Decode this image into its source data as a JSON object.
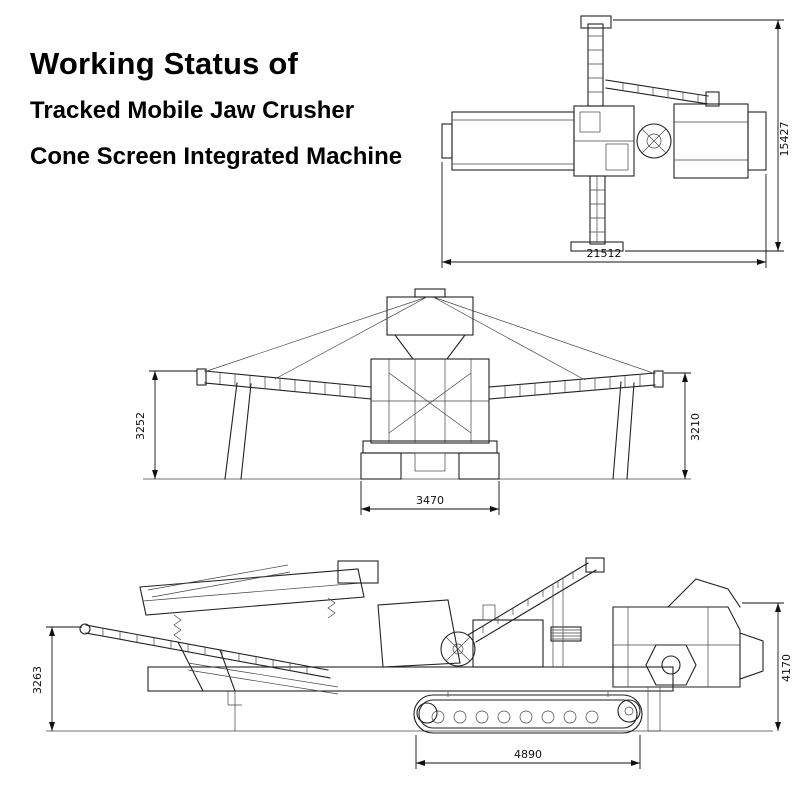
{
  "title": {
    "line1": "Working Status of",
    "line2": "Tracked Mobile Jaw Crusher",
    "line3": "Cone Screen Integrated Machine"
  },
  "dimensions": {
    "top_view": {
      "height": "15427",
      "length": "21512"
    },
    "front_view": {
      "left_height": "3252",
      "right_height": "3210",
      "track_width": "3470"
    },
    "side_view": {
      "left_height": "3263",
      "right_height": "4170",
      "track_length": "4890"
    }
  },
  "colors": {
    "line": "#222222",
    "dimension": "#111111",
    "background": "#ffffff"
  }
}
